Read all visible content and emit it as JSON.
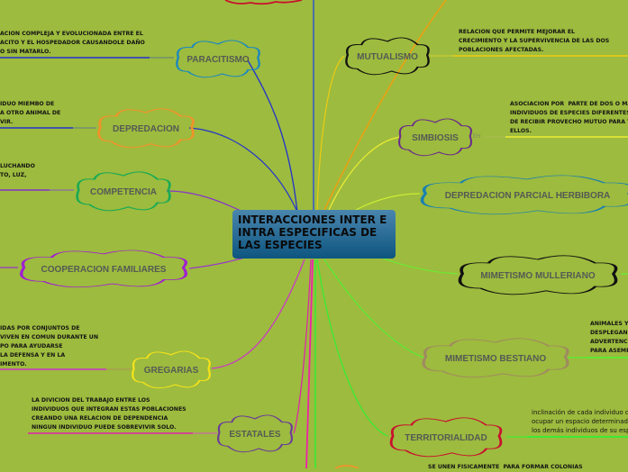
{
  "central": {
    "title": "INTERACCIONES INTER E INTRA ESPECIFICAS DE LAS ESPECIES"
  },
  "left_nodes": [
    {
      "label": "PARACITISMO",
      "color": "#1a88c0",
      "note": "ACION COMPLEJA Y EVOLUCIONADA ENTRE EL\nACITO Y EL HOSPEDADOR CAUSANDOLE DAÑO\nO SIN MATARLO."
    },
    {
      "label": "DEPREDACION",
      "color": "#f0922a",
      "note": "IDUO MIEMBO DE\nA OTRO ANIMAL DE\nVIR."
    },
    {
      "label": "COMPETENCIA",
      "color": "#1aaa55",
      "note": "LUCHANDO\nTO, LUZ,"
    },
    {
      "label": "COOPERACION FAMILIARES",
      "color": "#a020d0",
      "note": ""
    },
    {
      "label": "GREGARIAS",
      "color": "#f5e31a",
      "note": "IDAS POR CONJUNTOS DE\nVIVEN EN COMUN DURANTE UN\nPO PARA AYUDARSE\nLA DEFENSA Y EN LA\nIMENTO."
    },
    {
      "label": "ESTATALES",
      "color": "#6a3a9a",
      "note": "LA DIVICION DEL TRABAJO ENTRE LOS\nINDIVIDUOS QUE INTEGRAN ESTAS POBLACIONES\nCREANDO UNA RELACION DE DEPENDENCIA\nNINGUN INDIVIDUO PUEDE SOBREVIVIR SOLO."
    }
  ],
  "right_nodes": [
    {
      "label": "MUTUALISMO",
      "color": "#111111",
      "note": "RELACION QUE PERMITE MEJORAR EL\nCRECIMIENTO Y LA SUPERVIVENCIA DE LAS DOS\nPOBLACIONES AFECTADAS."
    },
    {
      "label": "SIMBIOSIS",
      "color": "#6a2a8a",
      "note": "ASOCIACION POR  PARTE DE DOS O MA\nINDIVIDUOS DE ESPECIES DIFERENTES\nDE RECIBIR PROVECHO MUTUO PARA T\nELLOS.",
      "extra": "EH"
    },
    {
      "label": "DEPREDACION PARCIAL HERBIBORA",
      "color": "#1a80b0",
      "note": ""
    },
    {
      "label": "MIMETISMO MULLERIANO",
      "color": "#111111",
      "note": ""
    },
    {
      "label": "MIMETISMO BESTIANO",
      "color": "#a08a60",
      "note": "ANIMALES Y\nDESPLEGANI\nADVERTENCI\nPARA ASEME"
    },
    {
      "label": "TERRITORIALIDAD",
      "color": "#c8102e",
      "note": "inclinación de cada individuo de\nocupar un espacio determinado\nlos demás individuos de su espe"
    }
  ],
  "bottom_note": "SE UNEN FISICAMENTE  PARA FORMAR COLONIAS"
}
